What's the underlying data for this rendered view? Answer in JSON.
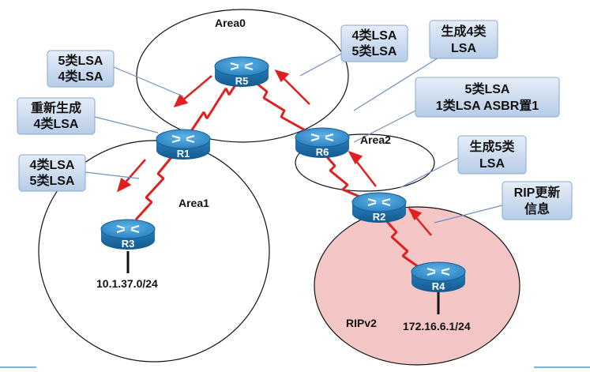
{
  "areas": {
    "area0": "Area0",
    "area1": "Area1",
    "area2": "Area2",
    "ripv2": "RIPv2"
  },
  "routers": {
    "r1": "R1",
    "r2": "R2",
    "r3": "R3",
    "r4": "R4",
    "r5": "R5",
    "r6": "R6"
  },
  "networks": {
    "r3_net": "10.1.37.0/24",
    "r4_net": "172.16.6.1/24"
  },
  "callouts": {
    "c_r5_left": [
      "5类LSA",
      "4类LSA"
    ],
    "c_regen": [
      "重新生成",
      "4类LSA"
    ],
    "c_area1": [
      "4类LSA",
      "5类LSA"
    ],
    "c_r5_right": [
      "4类LSA",
      "5类LSA"
    ],
    "c_gen4": [
      "生成4类",
      "LSA"
    ],
    "c_r6": [
      "5类LSA",
      "1类LSA  ASBR置1"
    ],
    "c_gen5": [
      "生成5类",
      "LSA"
    ],
    "c_rip": [
      "RIP更新",
      "信息"
    ]
  },
  "colors": {
    "callout_fill_top": "#dbe7f5",
    "callout_fill_bottom": "#b7cde9",
    "callout_stroke": "#8aa8cf",
    "router_body": "#1f6fa8",
    "router_top": "#3a95cf",
    "link": "#e02020",
    "ripv2_fill": "#f4c4c4",
    "arrow": "#e02020"
  }
}
